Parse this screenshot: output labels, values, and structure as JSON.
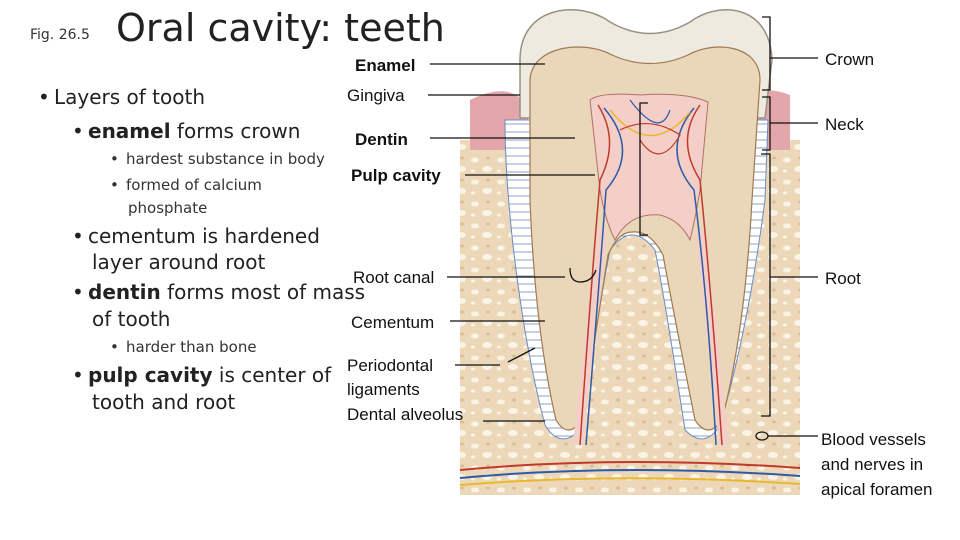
{
  "header": {
    "fig_label": "Fig. 26.5",
    "title": "Oral cavity: teeth"
  },
  "bullets": {
    "layers": "Layers of tooth",
    "enamel_bold": "enamel",
    "enamel_rest": " forms crown",
    "enamel_sub1": "hardest substance in body",
    "enamel_sub2_line1": "formed of calcium",
    "enamel_sub2_line2": "phosphate",
    "cementum_line1": "cementum is hardened",
    "cementum_line2": "layer around root",
    "dentin_bold": "dentin",
    "dentin_rest": " forms most of mass",
    "dentin_line2": "of tooth",
    "dentin_sub": "harder than bone",
    "pulp_bold": "pulp cavity",
    "pulp_rest": " is center of",
    "pulp_line2": "tooth and root"
  },
  "labels": {
    "enamel": "Enamel",
    "gingiva": "Gingiva",
    "dentin": "Dentin",
    "pulp_cavity": "Pulp cavity",
    "root_canal": "Root canal",
    "cementum": "Cementum",
    "periodontal_1": "Periodontal",
    "periodontal_2": "ligaments",
    "dental_alveolus": "Dental alveolus",
    "blood_1": "Blood vessels",
    "blood_2": "and nerves in",
    "blood_3": "apical foramen"
  },
  "regions": {
    "crown": "Crown",
    "neck": "Neck",
    "root": "Root"
  },
  "colors": {
    "enamel": "#eeeae0",
    "dentin": "#ead6b8",
    "pulp": "#f3cfc8",
    "gingiva": "#e3a6aa",
    "bone": "#e8d2b0",
    "pdl": "#ffffff",
    "vessel_red": "#c0392b",
    "vessel_blue": "#2e5aa8",
    "nerve": "#e8b92e"
  }
}
